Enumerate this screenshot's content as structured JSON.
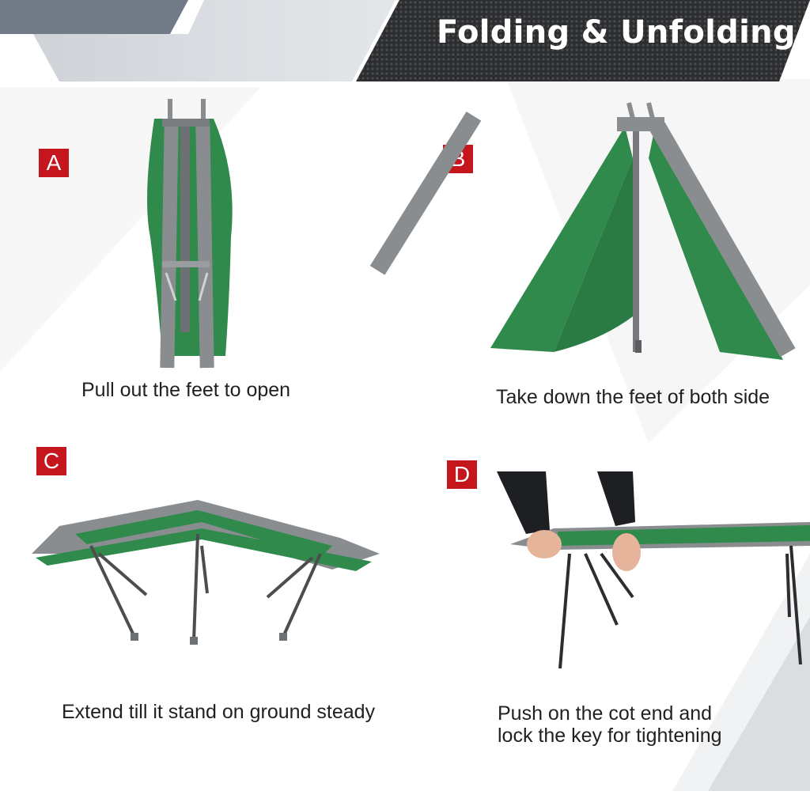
{
  "title": "Folding & Unfolding",
  "steps": [
    {
      "letter": "A",
      "caption": "Pull out the feet to open"
    },
    {
      "letter": "B",
      "caption": "Take down the feet of both side"
    },
    {
      "letter": "C",
      "caption": "Extend till it stand on ground steady"
    },
    {
      "letter": "D",
      "caption_line1": "Push on the cot end and",
      "caption_line2": "lock the key for tightening"
    }
  ],
  "colors": {
    "badge": "#c4161c",
    "fabric_green": "#2f8a4c",
    "frame_gray": "#8a8d90",
    "header_dark": "#3a3b3d"
  }
}
